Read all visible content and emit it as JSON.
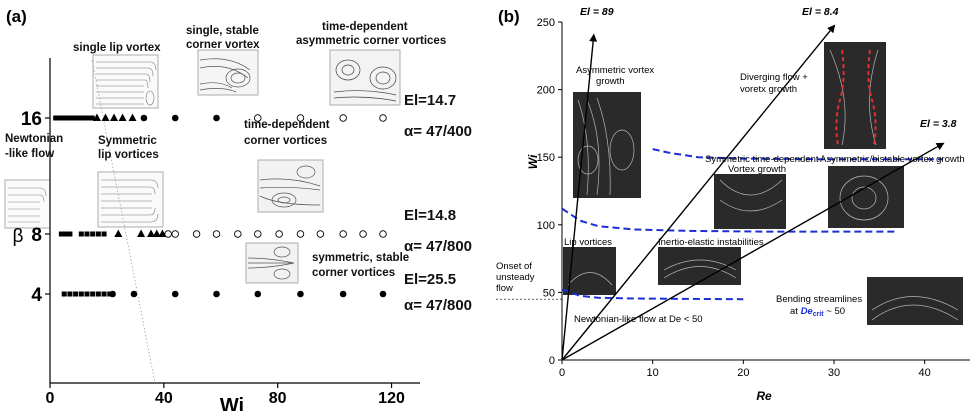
{
  "chart_data": [
    {
      "panel_label": "(a)",
      "type": "scatter",
      "xlabel": "Wi",
      "ylabel": "β",
      "xlim": [
        0,
        130
      ],
      "xticks": [
        0,
        40,
        80,
        120
      ],
      "yticks": [
        4,
        8,
        16
      ],
      "series": [
        {
          "marker": "small-square-filled",
          "points": [
            {
              "x": 2,
              "y": 16
            },
            {
              "x": 3.6,
              "y": 16
            },
            {
              "x": 5.2,
              "y": 16
            },
            {
              "x": 6.8,
              "y": 16
            },
            {
              "x": 8.4,
              "y": 16
            },
            {
              "x": 10,
              "y": 16
            },
            {
              "x": 11.6,
              "y": 16
            },
            {
              "x": 13.2,
              "y": 16
            },
            {
              "x": 14.8,
              "y": 16
            },
            {
              "x": 4,
              "y": 8
            },
            {
              "x": 5.5,
              "y": 8
            },
            {
              "x": 7,
              "y": 8
            },
            {
              "x": 11,
              "y": 8
            },
            {
              "x": 13,
              "y": 8
            },
            {
              "x": 15,
              "y": 8
            },
            {
              "x": 17,
              "y": 8
            },
            {
              "x": 19,
              "y": 8
            },
            {
              "x": 5,
              "y": 4
            },
            {
              "x": 7,
              "y": 4
            },
            {
              "x": 9,
              "y": 4
            },
            {
              "x": 11,
              "y": 4
            },
            {
              "x": 13,
              "y": 4
            },
            {
              "x": 15,
              "y": 4
            },
            {
              "x": 17,
              "y": 4
            },
            {
              "x": 19,
              "y": 4
            },
            {
              "x": 21,
              "y": 4
            }
          ]
        },
        {
          "marker": "triangle-filled",
          "points": [
            {
              "x": 16.5,
              "y": 16
            },
            {
              "x": 19.5,
              "y": 16
            },
            {
              "x": 22.5,
              "y": 16
            },
            {
              "x": 25.5,
              "y": 16
            },
            {
              "x": 29,
              "y": 16
            },
            {
              "x": 24,
              "y": 8
            },
            {
              "x": 32,
              "y": 8
            },
            {
              "x": 35.5,
              "y": 8
            },
            {
              "x": 37.5,
              "y": 8
            },
            {
              "x": 39.5,
              "y": 8
            }
          ]
        },
        {
          "marker": "circle-filled",
          "points": [
            {
              "x": 33,
              "y": 16
            },
            {
              "x": 44,
              "y": 16
            },
            {
              "x": 58.5,
              "y": 16
            },
            {
              "x": 22,
              "y": 4
            },
            {
              "x": 29.5,
              "y": 4
            },
            {
              "x": 44,
              "y": 4
            },
            {
              "x": 58.5,
              "y": 4
            },
            {
              "x": 73,
              "y": 4
            },
            {
              "x": 88,
              "y": 4
            },
            {
              "x": 103,
              "y": 4
            },
            {
              "x": 117,
              "y": 4
            }
          ]
        },
        {
          "marker": "circle-open",
          "points": [
            {
              "x": 73,
              "y": 16
            },
            {
              "x": 88,
              "y": 16
            },
            {
              "x": 103,
              "y": 16
            },
            {
              "x": 117,
              "y": 16
            },
            {
              "x": 41.5,
              "y": 8
            },
            {
              "x": 44,
              "y": 8
            },
            {
              "x": 51.5,
              "y": 8
            },
            {
              "x": 58.5,
              "y": 8
            },
            {
              "x": 66,
              "y": 8
            },
            {
              "x": 73,
              "y": 8
            },
            {
              "x": 80.5,
              "y": 8
            },
            {
              "x": 88,
              "y": 8
            },
            {
              "x": 95,
              "y": 8
            },
            {
              "x": 103,
              "y": 8
            },
            {
              "x": 110,
              "y": 8
            },
            {
              "x": 117,
              "y": 8
            }
          ]
        }
      ],
      "row_labels": [
        {
          "el": "El=14.7",
          "alpha": "α= 47/400"
        },
        {
          "el": "El=14.8",
          "alpha": "α= 47/800"
        },
        {
          "el": "El=25.5",
          "alpha": "α= 47/800"
        }
      ],
      "annotations": [
        {
          "line1": "single  lip vortex",
          "line2": ""
        },
        {
          "line1": "single, stable",
          "line2": "corner vortex"
        },
        {
          "line1": "time-dependent",
          "line2": "asymmetric corner vortices"
        },
        {
          "line1": "Newtonian",
          "line2": "-like flow"
        },
        {
          "line1": "Symmetric",
          "line2": "lip vortices"
        },
        {
          "line1": "time-dependent",
          "line2": "corner vortices"
        },
        {
          "line1": "symmetric, stable",
          "line2": "corner  vortices"
        }
      ]
    },
    {
      "panel_label": "(b)",
      "type": "line",
      "xlabel": "Re",
      "ylabel": "Wi",
      "xlim": [
        0,
        45
      ],
      "ylim": [
        0,
        250
      ],
      "xticks": [
        0,
        10,
        20,
        30,
        40
      ],
      "yticks": [
        0,
        50,
        100,
        150,
        200,
        250
      ],
      "rays": [
        {
          "label": "El = 89",
          "end": [
            3.5,
            240
          ]
        },
        {
          "label": "El = 8.4",
          "end": [
            30,
            247
          ]
        },
        {
          "label": "El = 3.8",
          "end": [
            42,
            160
          ]
        }
      ],
      "boundaries": [
        {
          "points": [
            [
              0,
              112
            ],
            [
              2,
              103
            ],
            [
              4,
              99
            ],
            [
              8,
              96.5
            ],
            [
              14,
              95.5
            ],
            [
              22,
              95
            ],
            [
              37,
              95
            ]
          ]
        },
        {
          "points": [
            [
              0,
              52
            ],
            [
              2,
              47.5
            ],
            [
              4,
              46
            ],
            [
              8,
              45.5
            ],
            [
              14,
              45.2
            ],
            [
              20,
              45
            ]
          ]
        },
        {
          "points": [
            [
              10,
              156
            ],
            [
              12,
              153
            ],
            [
              15,
              150
            ],
            [
              20,
              149
            ],
            [
              28,
              148.5
            ],
            [
              38,
              148.5
            ],
            [
              42,
              148.5
            ]
          ]
        }
      ],
      "onset_level": 45,
      "annotations": {
        "asymmetric_vortex": [
          "Asymmetric vortex",
          "growth"
        ],
        "diverging": [
          "Diverging flow +",
          "voretx growth"
        ],
        "symmetric_td": [
          "Symmetric time-dependent",
          "Vortex growth"
        ],
        "asym_bistable": "Asymmetric/bistable vortex growth",
        "lip_vortices": "Lip vortices",
        "inertio": "Inertio-elastic instabilities",
        "onset": [
          "Onset of",
          "unsteady",
          "flow"
        ],
        "newtonian": "Newtonian-like flow at De < 50",
        "bending": "Bending streamlines",
        "decrit_prefix": "at ",
        "decrit_de": "De",
        "decrit_sub": "crit",
        "decrit_suffix": " ~ 50"
      }
    }
  ]
}
